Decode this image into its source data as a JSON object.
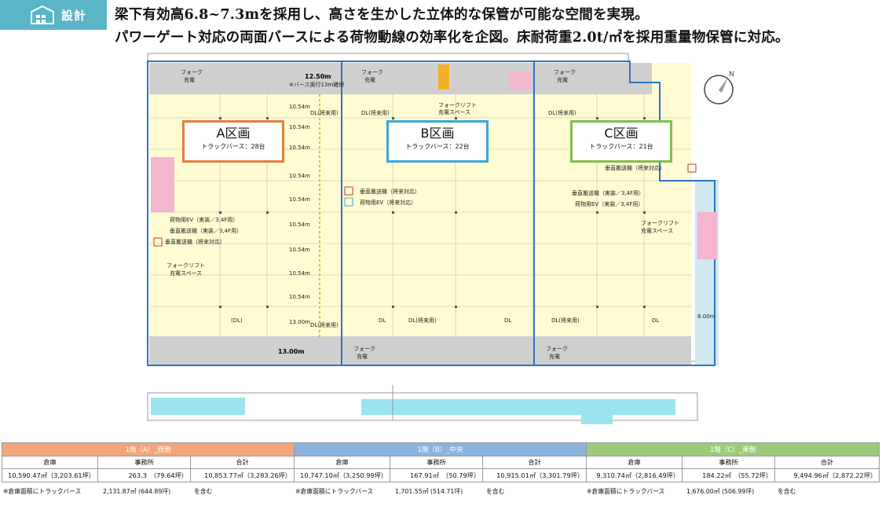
{
  "badge": {
    "label": "設計",
    "icon": "building-icon",
    "color": "#5bb5c8"
  },
  "headline": {
    "line1": "梁下有効高6.8~7.3mを採用し、高さを生かした立体的な保管が可能な空間を実現。",
    "line2": "パワーゲート対応の両面バースによる荷物動線の効率化を企図。床耐荷重2.0t/㎡を採用重量物保管に対応。"
  },
  "plan": {
    "zones": [
      {
        "name": "A区画",
        "berths": "トラックバース：28台",
        "color": "#e67e3e"
      },
      {
        "name": "B区画",
        "berths": "トラックバース：22台",
        "color": "#3aa7d8"
      },
      {
        "name": "C区画",
        "berths": "トラックバース：21台",
        "color": "#7fbf4d"
      }
    ],
    "dim_top": "12.50m",
    "berth_note": "※バース奥行13m確保",
    "dim_bottom": "13.00m",
    "dim_right": "8.00m",
    "bay": "10.54m",
    "bay_last": "13.00m",
    "forklift": "フォーク",
    "charge": "充電",
    "forklift_space_1": "フォークリフト",
    "forklift_space_2": "充電スペース",
    "dl": "DL",
    "dl_paren": "(DL)",
    "dl_future": "DL(将来用)",
    "vc_future": "垂直搬送機（将来対応）",
    "vc_install": "垂直搬送機（実装／3,4F用）",
    "ev_future": "荷物用EV（将来対応）",
    "ev_install": "荷物用EV（実装／3,4F用）",
    "north": "N"
  },
  "table": {
    "sections": [
      {
        "label": "1階（A）_西側",
        "color": "#f4a57c",
        "cols": [
          "倉庫",
          "事務所",
          "合計"
        ],
        "vals": [
          "10,590.47㎡（3,203.61坪）",
          "263.3　（79.64坪）",
          "10,853.77㎡（3,283.26坪）"
        ],
        "note": [
          "※倉庫面積にトラックバース",
          "2,131.87㎡ (644.89坪)",
          "を含む"
        ]
      },
      {
        "label": "1階（B）_中央",
        "color": "#8bb3de",
        "cols": [
          "倉庫",
          "事務所",
          "合計"
        ],
        "vals": [
          "10,747.10㎡（3,250.99坪）",
          "167.91㎡　（50.79坪）",
          "10,915.01㎡（3,301.79坪）"
        ],
        "note": [
          "※倉庫面積にトラックバース",
          "1,701.55㎡ (514.71坪)",
          "を含む"
        ]
      },
      {
        "label": "1階（C）_東側",
        "color": "#9ccc7b",
        "cols": [
          "倉庫",
          "事務所",
          "合計"
        ],
        "vals": [
          "9,310.74㎡（2,816.49坪）",
          "184.22㎡　（55.72坪）",
          "9,494.96㎡（2,872.22坪）"
        ],
        "note": [
          "※倉庫面積にトラックバース",
          "1,676.00㎡ (506.99坪)",
          "を含む"
        ]
      }
    ]
  }
}
